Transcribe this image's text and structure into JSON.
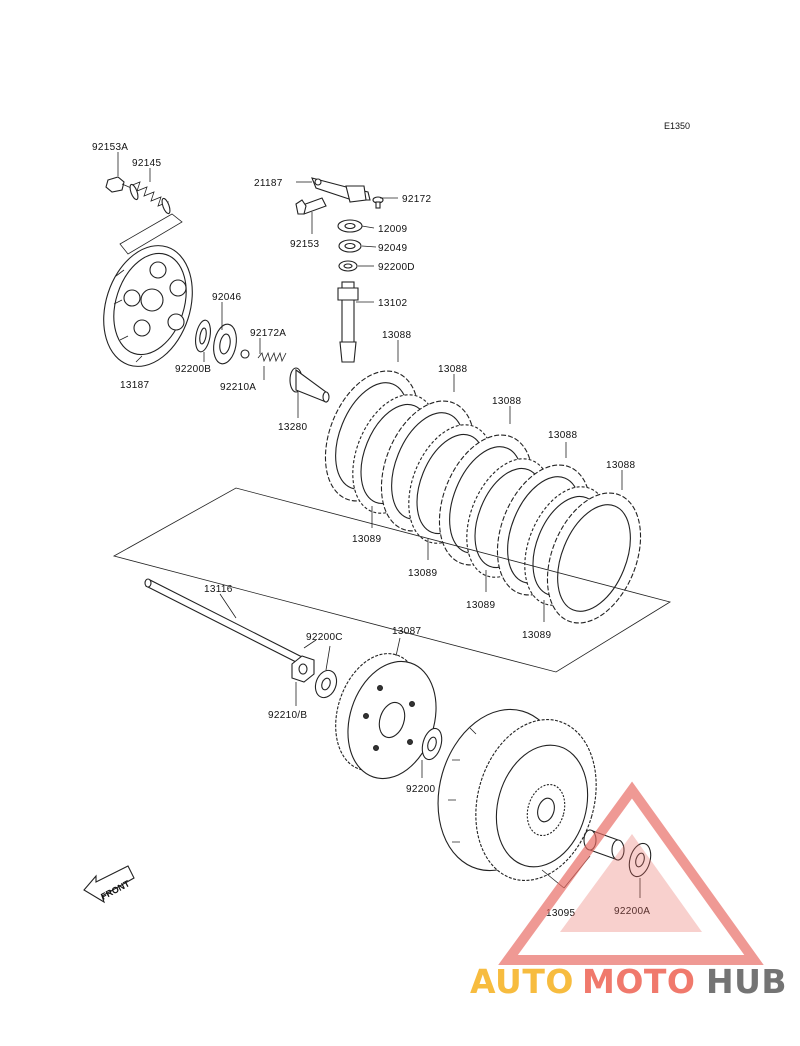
{
  "diagram_code": "E1350",
  "parts": {
    "p92153A": "92153A",
    "p92145": "92145",
    "p21187": "21187",
    "p92172": "92172",
    "p92153": "92153",
    "p12009": "12009",
    "p92049": "92049",
    "p92200D": "92200D",
    "p13102": "13102",
    "p92046": "92046",
    "p92172A": "92172A",
    "p92200B": "92200B",
    "p13187": "13187",
    "p92210A": "92210A",
    "p13280": "13280",
    "p13088a": "13088",
    "p13088b": "13088",
    "p13088c": "13088",
    "p13088d": "13088",
    "p13088e": "13088",
    "p13089a": "13089",
    "p13089b": "13089",
    "p13089c": "13089",
    "p13089d": "13089",
    "p13116": "13116",
    "p92200C": "92200C",
    "p13087": "13087",
    "p92210B": "92210/B",
    "p92200": "92200",
    "p13095": "13095",
    "p92200A": "92200A"
  },
  "front_arrow": "FRONT",
  "watermark": {
    "auto": "AUTO",
    "moto": "MOTO",
    "hub": "HUB",
    "colors": {
      "auto": "#f7b52b",
      "moto": "#ef6b5d",
      "hub": "#666666",
      "triangle": "#e86a62"
    }
  }
}
